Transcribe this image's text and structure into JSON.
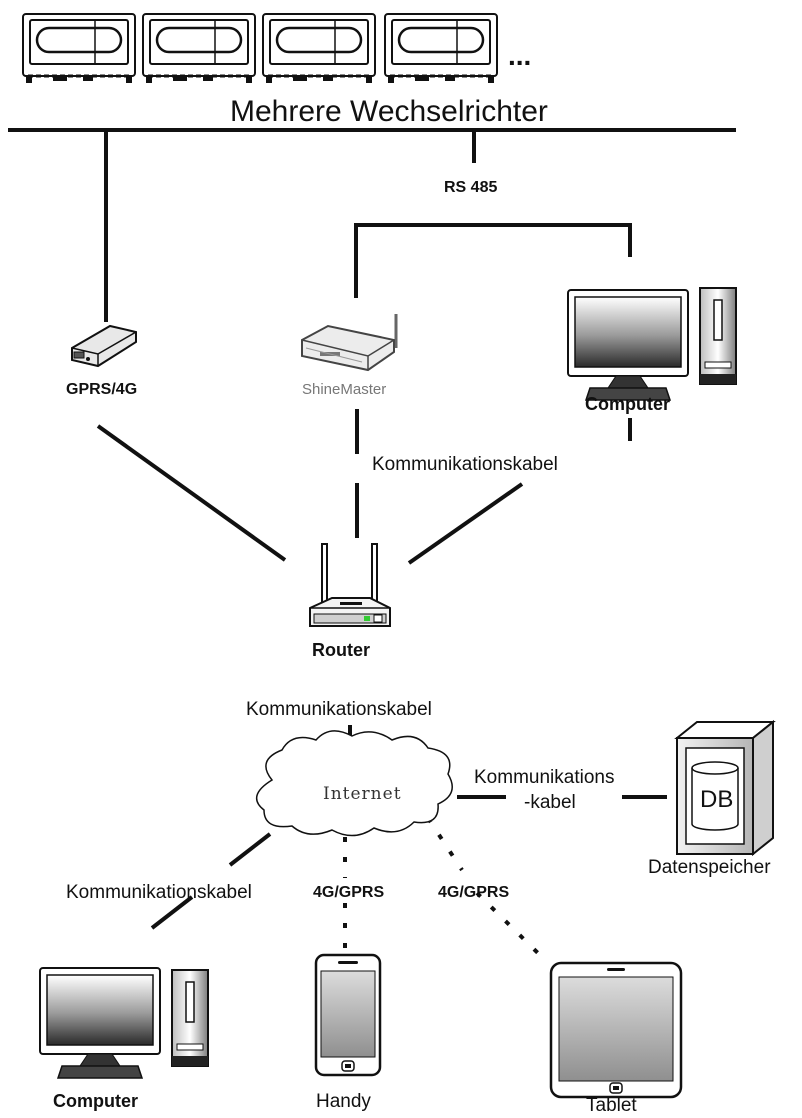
{
  "bus": {
    "title": "Mehrere Wechselrichter",
    "ellipsis": "..."
  },
  "labels": {
    "rs485": "RS 485",
    "gprs_4g": "GPRS/4G",
    "shinemaster": "ShineMaster",
    "computer_top": "Computer",
    "kabel_top": "Kommunikationskabel",
    "router": "Router",
    "kabel_router": "Kommunikationskabel",
    "internet": "Internet",
    "kabel_db_line1": "Kommunikations",
    "kabel_db_line2": "-kabel",
    "db": "DB",
    "datenspeicher": "Datenspeicher",
    "kabel_bottom": "Kommunikationskabel",
    "gprs_handy": "4G/GPRS",
    "gprs_tablet": "4G/GPRS",
    "computer_bottom": "Computer",
    "handy": "Handy",
    "tablet": "Tablet"
  },
  "icons": {
    "inverters": [
      "inverter-icon",
      "inverter-icon",
      "inverter-icon",
      "inverter-icon"
    ],
    "gprs_stick": "gprs-stick-icon",
    "shinemaster": "shinemaster-datalogger-icon",
    "computer": "desktop-computer-icon",
    "router": "wireless-router-icon",
    "cloud": "internet-cloud-icon",
    "database": "database-storage-icon",
    "phone": "smartphone-icon",
    "tablet": "tablet-icon"
  },
  "colors": {
    "line": "#111111",
    "router_led": "#33cc33"
  }
}
